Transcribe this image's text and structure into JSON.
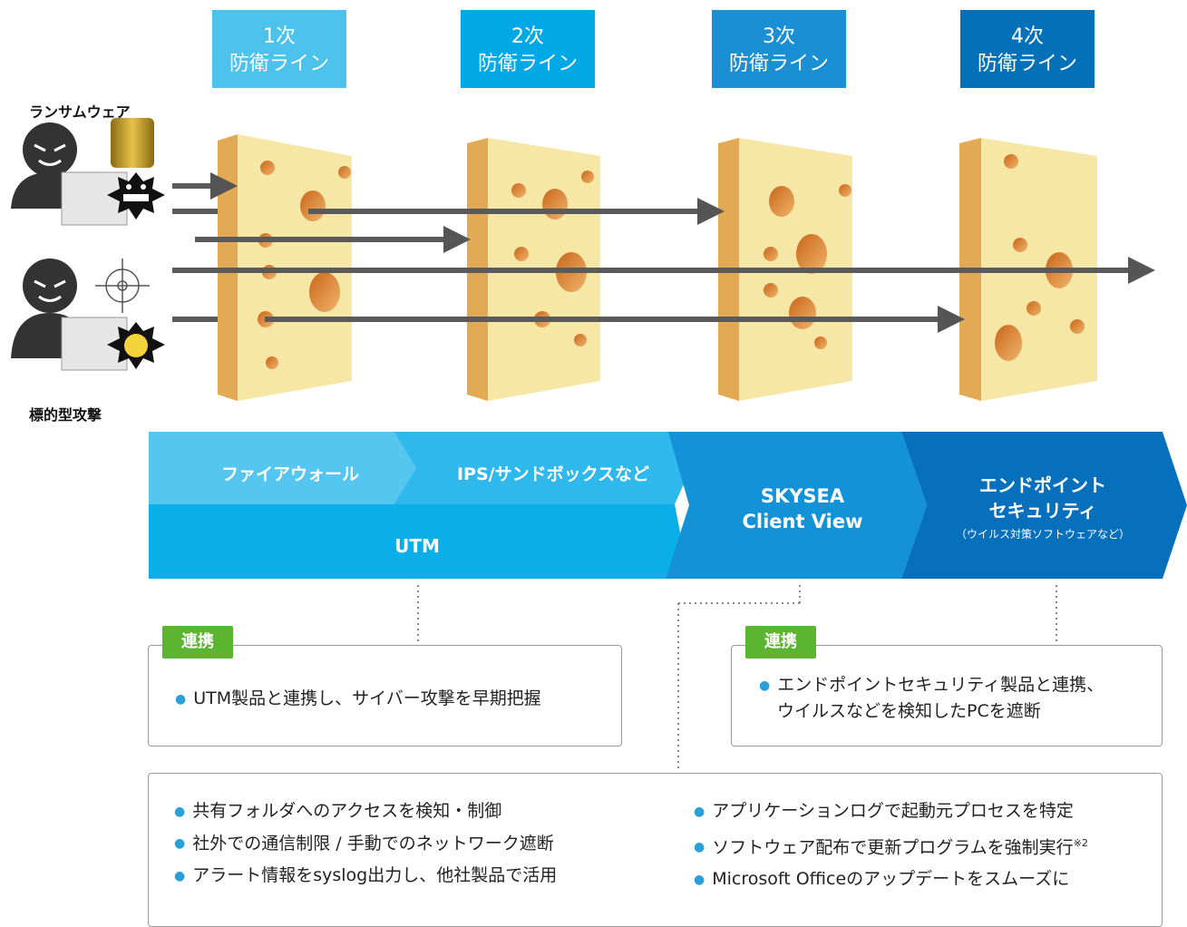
{
  "defense_lines": [
    {
      "num": "1次",
      "label": "防衛ライン",
      "color": "#4cc2ec"
    },
    {
      "num": "2次",
      "label": "防衛ライン",
      "color": "#00a9e5"
    },
    {
      "num": "3次",
      "label": "防衛ライン",
      "color": "#1a8fd4"
    },
    {
      "num": "4次",
      "label": "防衛ライン",
      "color": "#0470b8"
    }
  ],
  "attackers": {
    "top_label": "ランサムウェア",
    "bottom_label": "標的型攻撃"
  },
  "flow": {
    "firewall": "ファイアウォール",
    "ips": "IPS/サンドボックスなど",
    "utm": "UTM",
    "skysea_line1": "SKYSEA",
    "skysea_line2": "Client View",
    "endpoint_line1": "エンドポイント",
    "endpoint_line2": "セキュリティ",
    "endpoint_sub": "（ウイルス対策ソフトウェアなど）",
    "colors": {
      "firewall": "#54c6ef",
      "ips": "#2fb8ec",
      "utm": "#0aaee8",
      "skysea": "#1492d8",
      "endpoint": "#0670bd"
    }
  },
  "left_box": {
    "badge": "連携",
    "items": [
      "UTM製品と連携し、サイバー攻撃を早期把握"
    ]
  },
  "right_box": {
    "badge": "連携",
    "items": [
      "エンドポイントセキュリティ製品と連携、",
      "ウイルスなどを検知したPCを遮断"
    ]
  },
  "bottom_box": {
    "left_items": [
      "共有フォルダへのアクセスを検知・制御",
      "社外での通信制限 / 手動でのネットワーク遮断",
      "アラート情報をsyslog出力し、他社製品で活用"
    ],
    "right_items": [
      "アプリケーションログで起動元プロセスを特定",
      "ソフトウェア配布で更新プログラムを強制実行",
      "Microsoft Officeのアップデートをスムーズに"
    ],
    "footnote": "※2"
  }
}
